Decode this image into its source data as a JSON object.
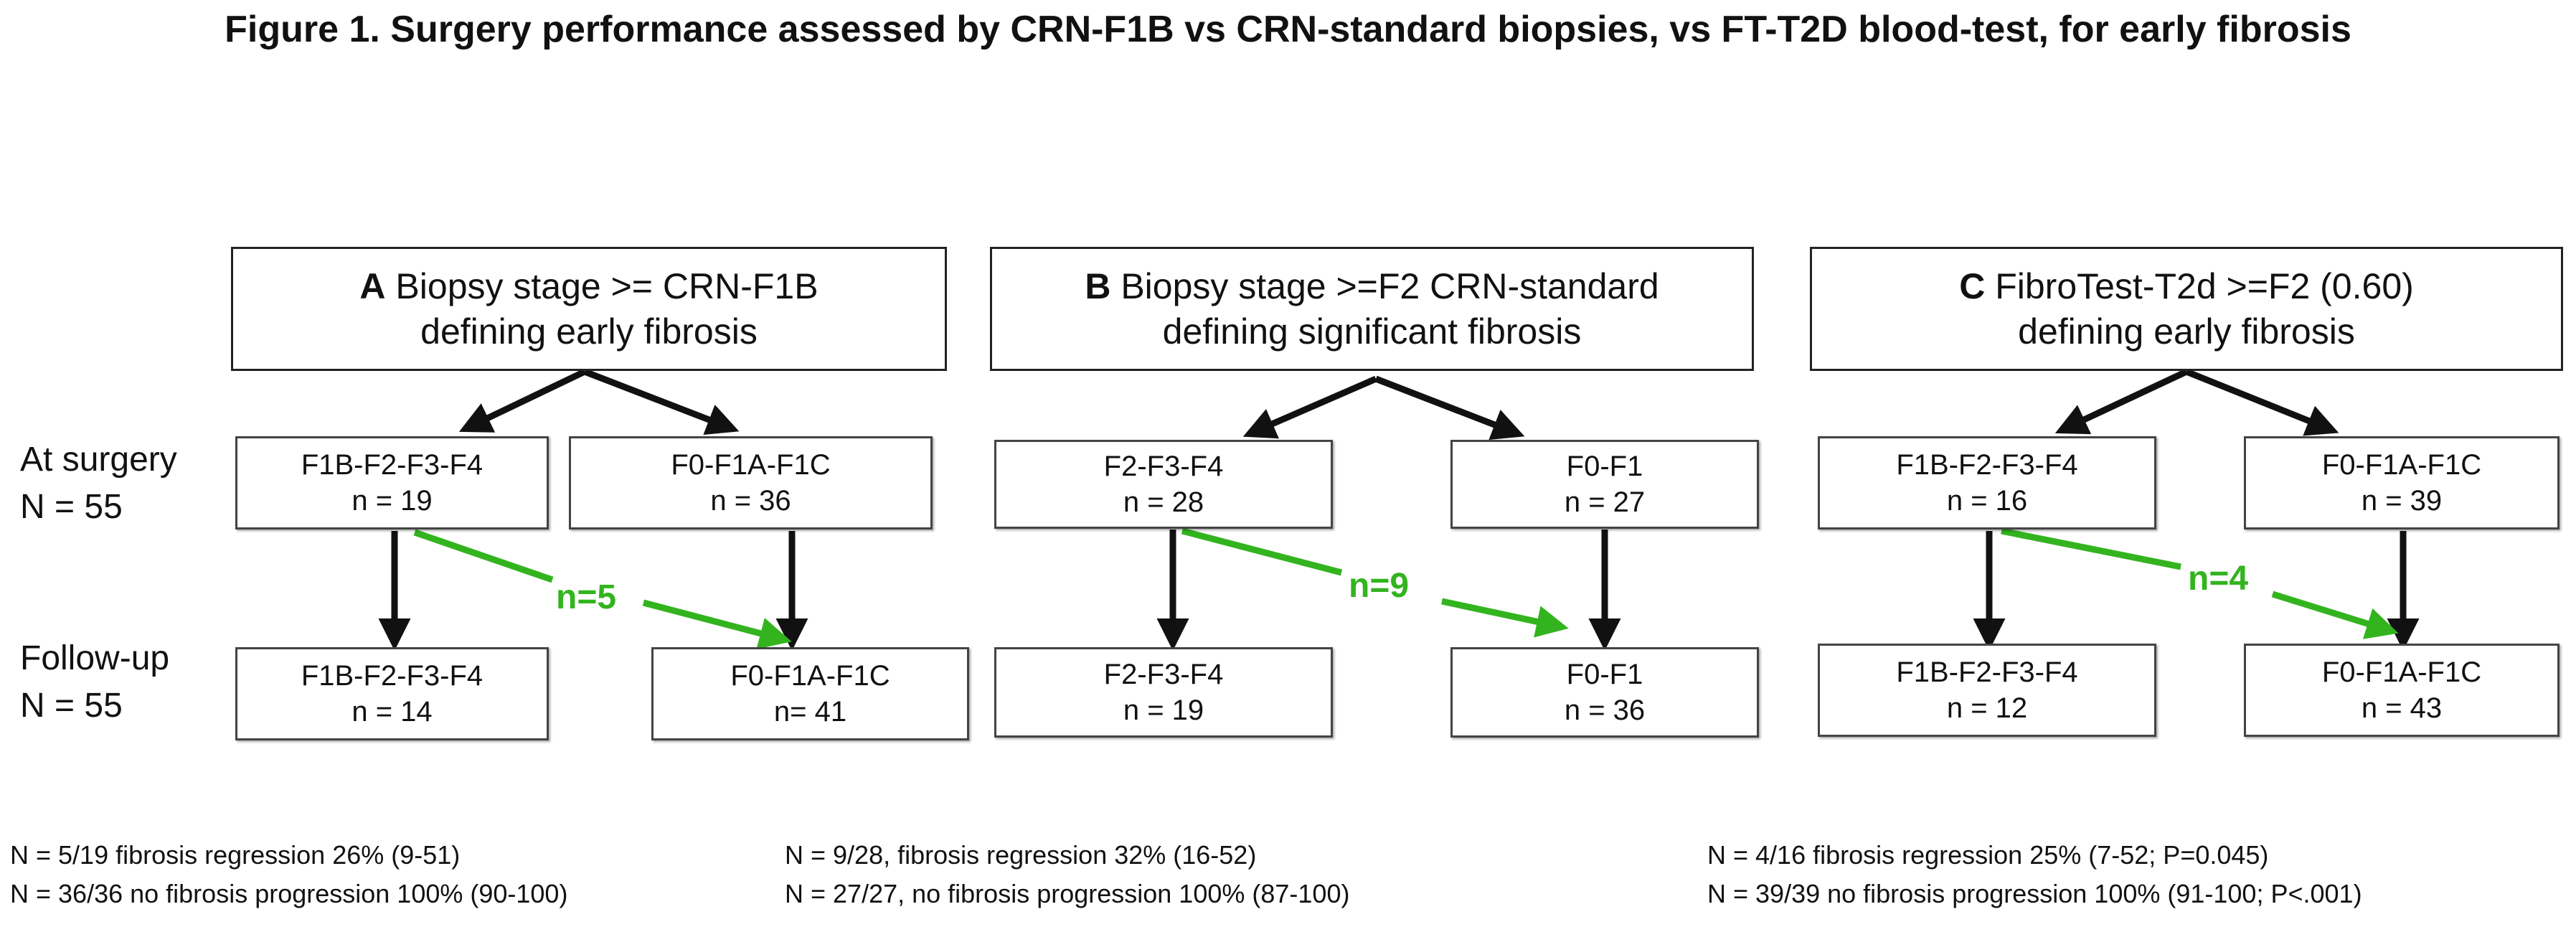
{
  "figure_title": "Figure 1. Surgery performance assessed by CRN-F1B vs CRN-standard biopsies, vs FT-T2D blood-test, for early fibrosis",
  "row_labels": {
    "surgery_line1": "At surgery",
    "surgery_line2": "N = 55",
    "followup_line1": "Follow-up",
    "followup_line2": "N = 55"
  },
  "colors": {
    "transition": "#33b41f",
    "arrow": "#111111"
  },
  "panels": [
    {
      "letter": "A",
      "title_rest": " Biopsy stage >= CRN-F1B",
      "subtitle": "defining early fibrosis",
      "surgery_left": {
        "label": "F1B-F2-F3-F4",
        "count": "n = 19"
      },
      "surgery_right": {
        "label": "F0-F1A-F1C",
        "count": "n = 36"
      },
      "followup_left": {
        "label": "F1B-F2-F3-F4",
        "count": "n = 14"
      },
      "followup_right": {
        "label": "F0-F1A-F1C",
        "count": "n= 41"
      },
      "transition_label": "n=5",
      "footnote_1": "N = 5/19 fibrosis regression 26%  (9-51)",
      "footnote_2": "N = 36/36 no fibrosis progression 100% (90-100)"
    },
    {
      "letter": "B",
      "title_rest": " Biopsy stage >=F2 CRN-standard",
      "subtitle": "defining significant fibrosis",
      "surgery_left": {
        "label": "F2-F3-F4",
        "count": "n = 28"
      },
      "surgery_right": {
        "label": "F0-F1",
        "count": "n = 27"
      },
      "followup_left": {
        "label": "F2-F3-F4",
        "count": "n = 19"
      },
      "followup_right": {
        "label": "F0-F1",
        "count": "n = 36"
      },
      "transition_label": "n=9",
      "footnote_1": "N = 9/28, fibrosis regression 32%  (16-52)",
      "footnote_2": "N = 27/27, no fibrosis progression 100% (87-100)"
    },
    {
      "letter": "C",
      "title_rest": " FibroTest-T2d >=F2 (0.60)",
      "subtitle": "defining early fibrosis",
      "surgery_left": {
        "label": "F1B-F2-F3-F4",
        "count": "n = 16"
      },
      "surgery_right": {
        "label": "F0-F1A-F1C",
        "count": "n = 39"
      },
      "followup_left": {
        "label": "F1B-F2-F3-F4",
        "count": "n = 12"
      },
      "followup_right": {
        "label": "F0-F1A-F1C",
        "count": "n = 43"
      },
      "transition_label": "n=4",
      "footnote_1": "N = 4/16 fibrosis regression 25%  (7-52; P=0.045)",
      "footnote_2": "N = 39/39 no fibrosis progression 100% (91-100; P<.001)"
    }
  ]
}
